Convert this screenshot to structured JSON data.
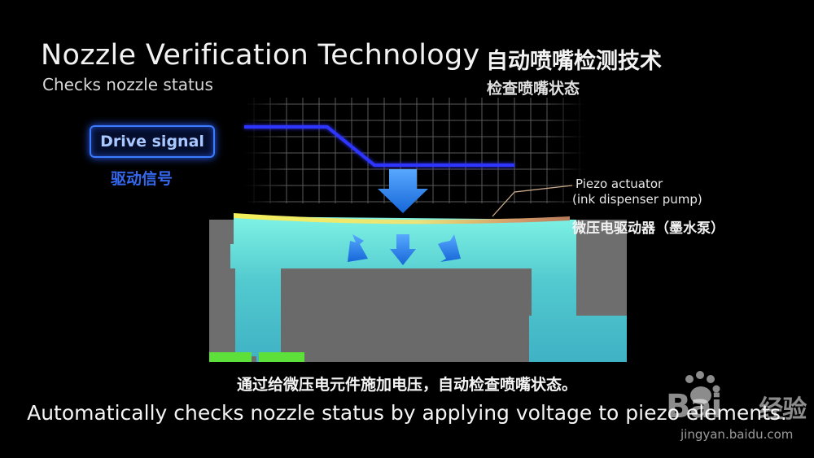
{
  "header": {
    "title_en": "Nozzle Verification Technology",
    "subtitle_en": "Checks nozzle status",
    "title_zh": "自动喷嘴检测技术",
    "subtitle_zh": "检查喷嘴状态"
  },
  "drive_signal": {
    "label_en": "Drive signal",
    "label_zh": "驱动信号"
  },
  "piezo": {
    "label_en_line1": "Piezo actuator",
    "label_en_line2": "(ink dispenser pump)",
    "label_zh": "微压电驱动器（墨水泵）"
  },
  "caption": {
    "zh": "通过给微压电元件施加电压，自动检查喷嘴状态。",
    "en": "Automatically checks nozzle status by applying voltage to piezo elements."
  },
  "watermark": {
    "brand_a": "Bai",
    "brand_b": "经验",
    "url": "jingyan.baidu.com"
  },
  "colors": {
    "background": "#000000",
    "signal_line": "#2d35ff",
    "ink": "#5fd6d4",
    "housing": "#707070",
    "nozzle_pad": "#5ee03a",
    "arrow": "#1f7ee8"
  }
}
